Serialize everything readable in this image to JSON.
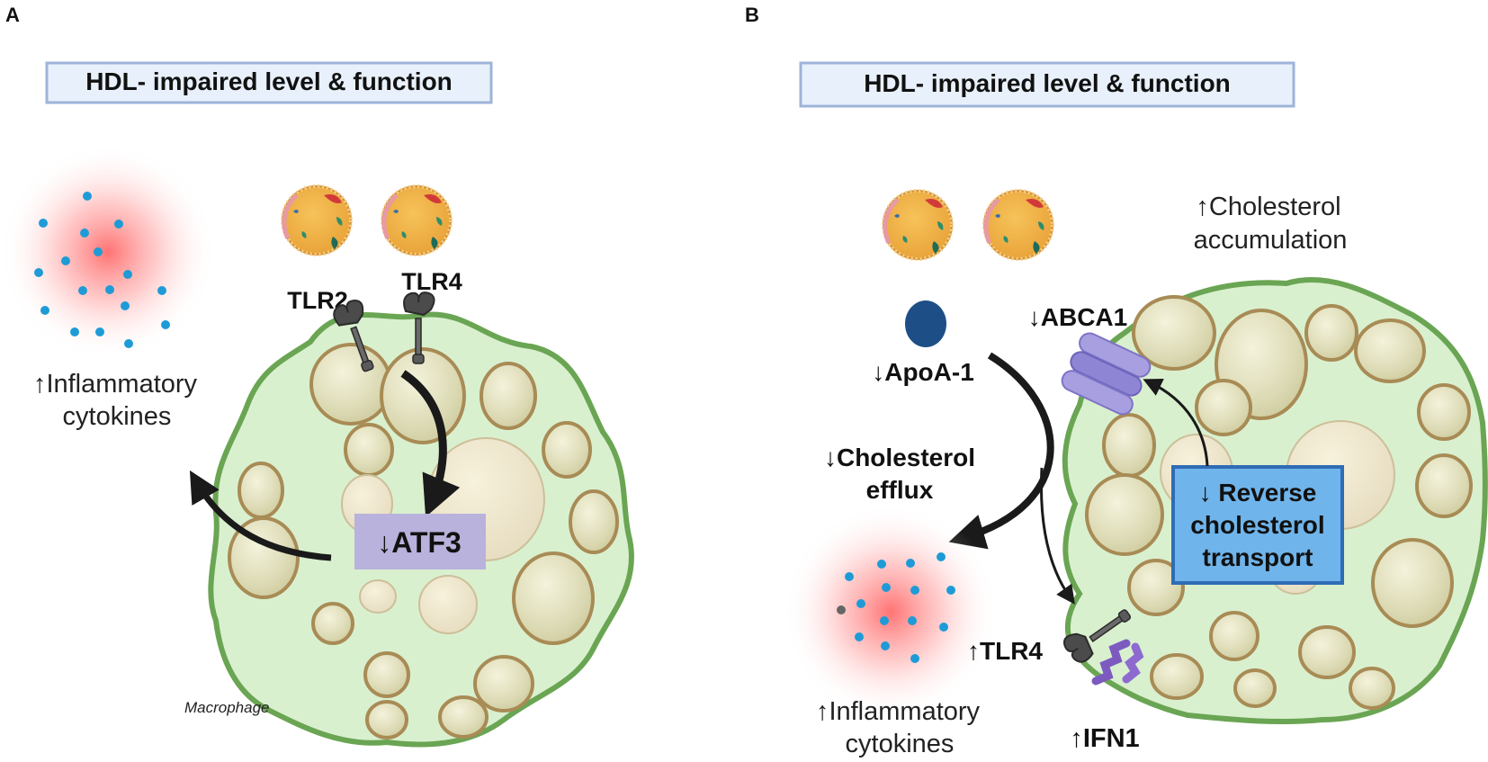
{
  "panel_a": {
    "letter": "A",
    "header": "HDL- impaired level & function",
    "receptor_1": "TLR2",
    "receptor_2": "TLR4",
    "cytokines_line1": "↑Inflammatory",
    "cytokines_line2": "cytokines",
    "atf3": "↓ATF3",
    "cell_label": "Macrophage"
  },
  "panel_b": {
    "letter": "B",
    "header": "HDL- impaired level & function",
    "chol_accum_line1": "↑Cholesterol",
    "chol_accum_line2": "accumulation",
    "abca1": "↓ABCA1",
    "apoa1": "↓ApoA-1",
    "efflux_line1": "↓Cholesterol",
    "efflux_line2": "efflux",
    "rct_line1": "↓ Reverse",
    "rct_line2": "cholesterol",
    "rct_line3": "transport",
    "tlr4": "↑TLR4",
    "ifn1": "↑IFN1",
    "cytokines_line1": "↑Inflammatory",
    "cytokines_line2": "cytokines"
  },
  "colors": {
    "header_fill": "#e8f0fb",
    "header_border": "#9fb3d9",
    "cell_fill": "#d9f0cf",
    "cell_border": "#6aa553",
    "vesicle_fill": "#d8d8b0",
    "vesicle_border": "#a88b55",
    "atf3_fill": "#b8b2dc",
    "rct_fill": "#6fb4ea",
    "rct_border": "#2f6cb5",
    "cytokine_dot": "#1e9bd6",
    "apoa1": "#1d4f86",
    "abca1": "#9a92d8"
  },
  "icons": {
    "lipoprotein": "hdl-particle-icon",
    "receptor": "toll-like-receptor-icon",
    "transporter": "abca1-transporter-icon",
    "interferon": "ifn-protein-icon"
  }
}
